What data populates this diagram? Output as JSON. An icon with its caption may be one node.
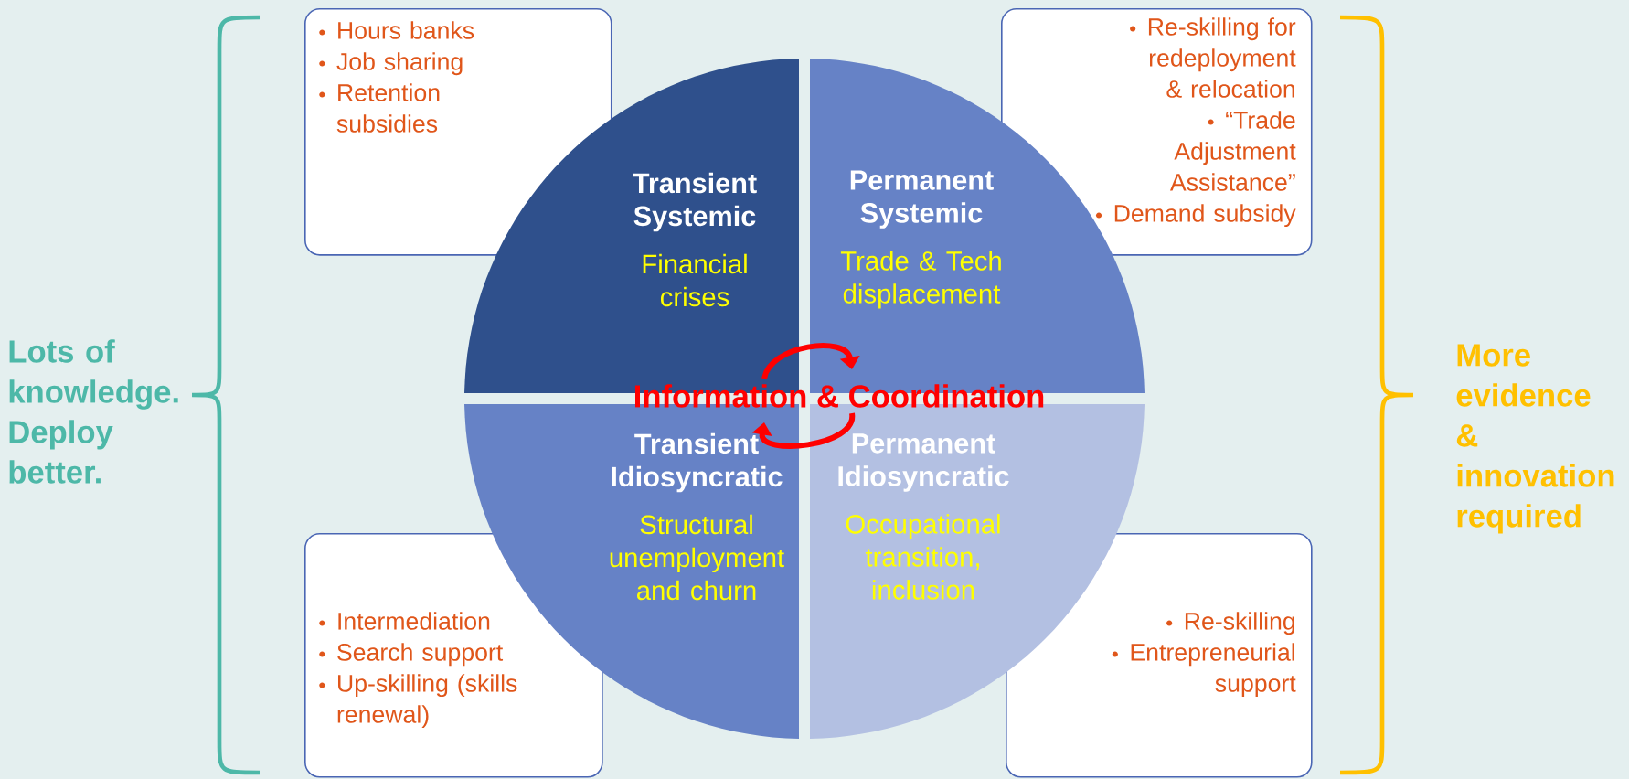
{
  "diagram": {
    "nodes": [
      {
        "text": [
          "Hours banks",
          "Job sharing",
          "Retention subsidies"
        ]
      },
      {
        "text": [
          "Re-skilling for redeployment & relocation",
          "“Trade Adjustment Assistance”",
          "Demand subsidy"
        ]
      },
      {
        "text": [
          "Intermediation",
          "Search support",
          "Up-skilling (skills renewal)"
        ]
      },
      {
        "text": [
          "Re-skilling",
          "Entrepreneurial support"
        ]
      },
      {
        "text": [
          "Transient Systemic",
          "Financial crises"
        ]
      },
      {
        "text": [
          "Permanent Systemic",
          "Trade & Tech displacement"
        ]
      },
      {
        "text": [
          "Transient Idiosyncratic",
          "Structural unemployment and churn"
        ]
      },
      {
        "text": [
          "Permanent Idiosyncratic",
          "Occupational transition, inclusion"
        ]
      }
    ],
    "edges": [
      {
        "from": 4,
        "to": 5,
        "arrow": "to"
      },
      {
        "from": 7,
        "to": 6,
        "arrow": "to"
      }
    ],
    "labels": [
      "Lots of knowledge. Deploy better.",
      "Information & Coordination",
      "More evidence & innovation required"
    ]
  }
}
